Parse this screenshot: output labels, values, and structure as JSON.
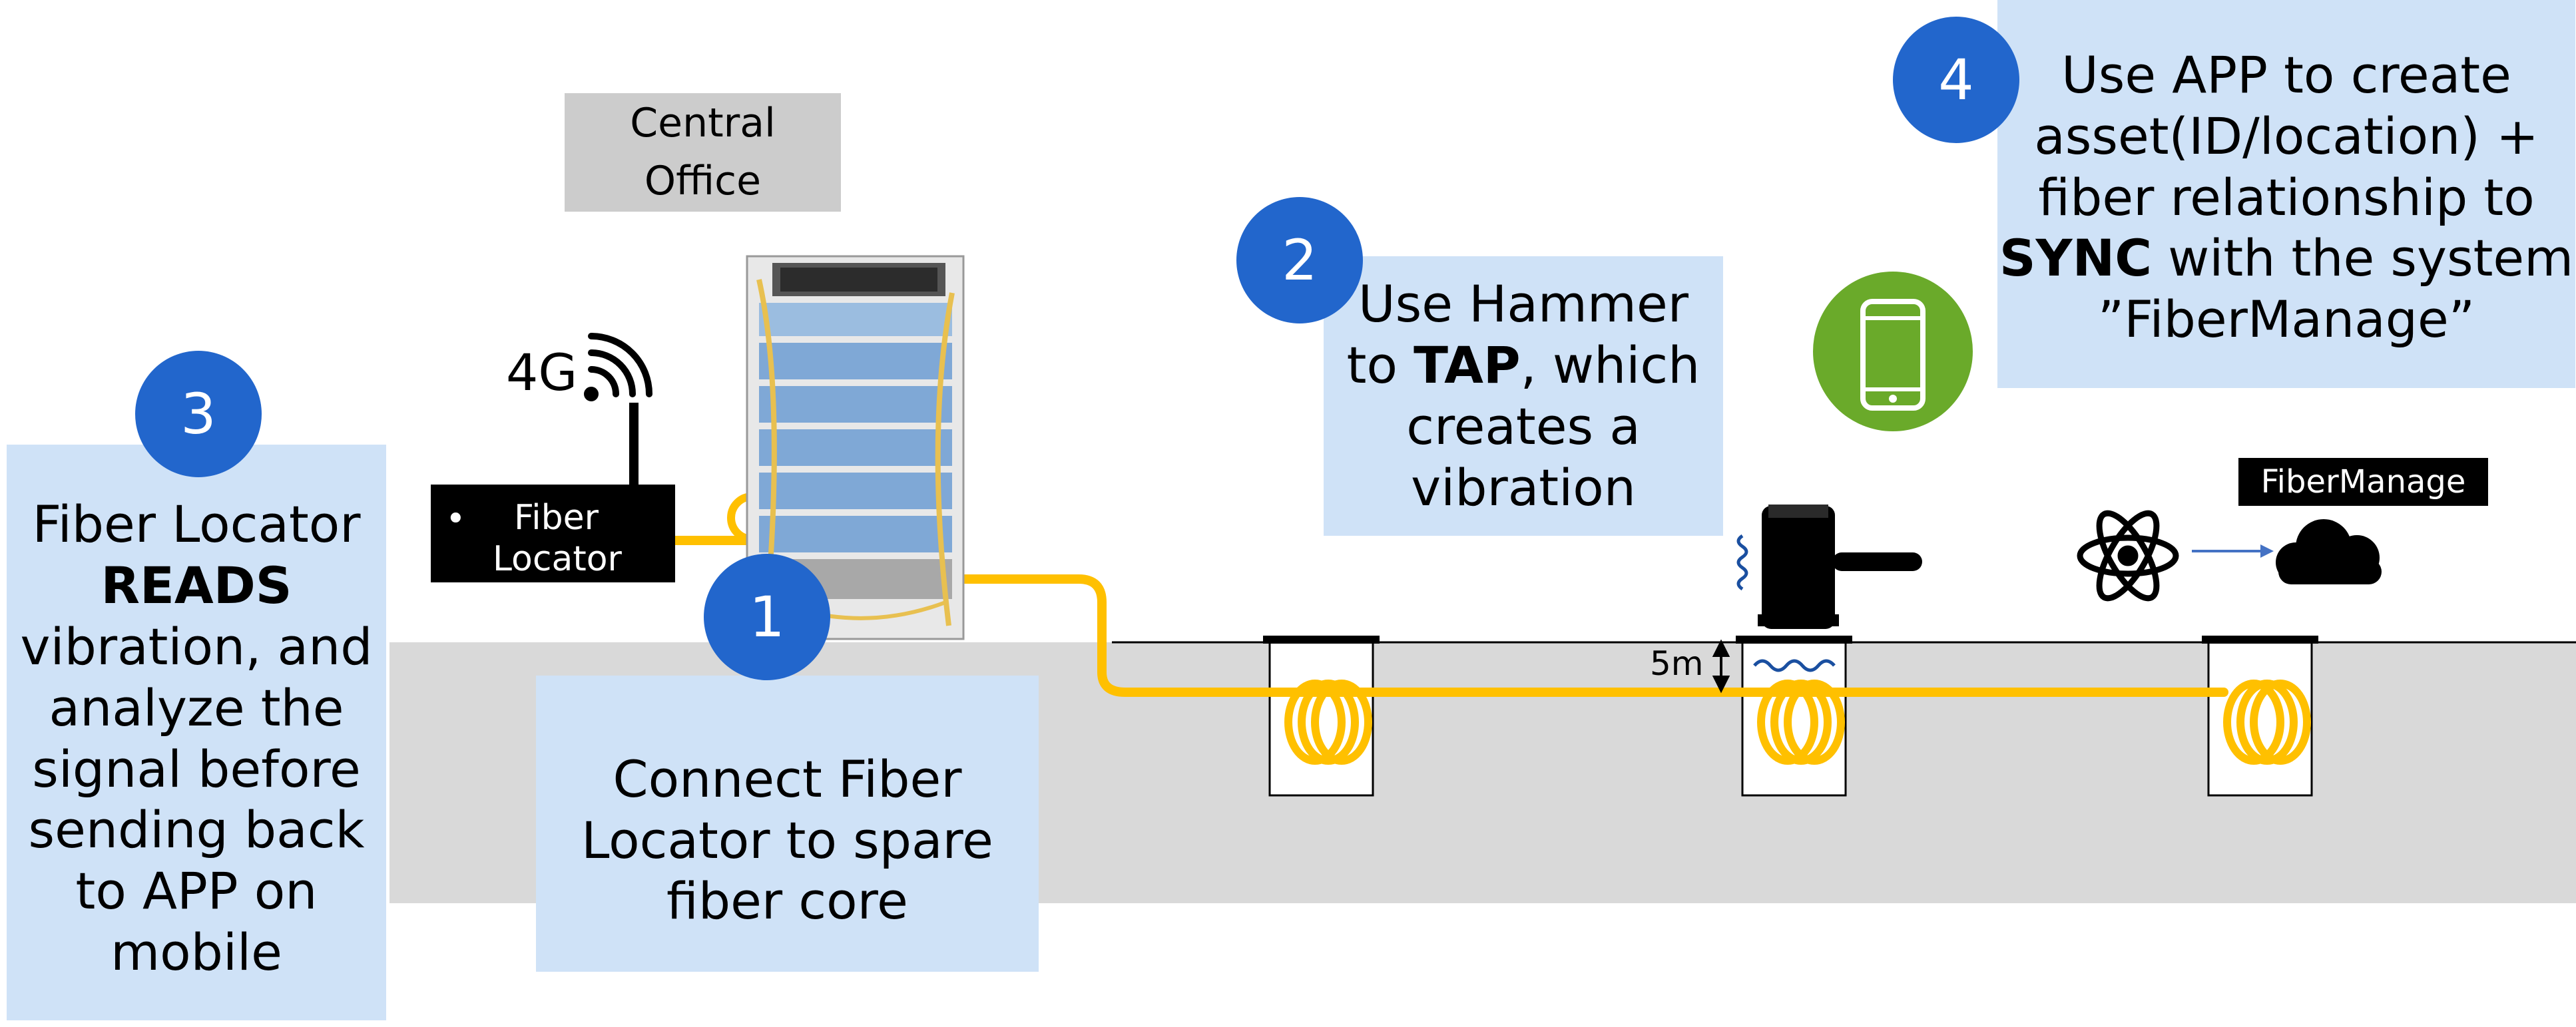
{
  "colors": {
    "ground": "#d9d9d9",
    "callout": "#cfe2f7",
    "label_grey": "#cccccc",
    "badge": "#2266cc",
    "fiber": "#ffc000",
    "app_green": "#6aaa2a",
    "device": "#000000"
  },
  "icons": [
    "wifi-signal-icon",
    "smartphone-icon",
    "hammer-icon",
    "vibration-icon",
    "atom-icon",
    "cloud-icon",
    "arrow-icon",
    "fiber-coil-icon",
    "server-rack-icon"
  ],
  "central_office": {
    "line1": "Central",
    "line2": "Office"
  },
  "signal_label": "4G",
  "fiber_locator": {
    "bullet": "•",
    "line1": "Fiber",
    "line2": "Locator"
  },
  "depth_label": "5m",
  "fibermanage_label": "FiberManage",
  "steps": [
    {
      "number": "1",
      "lines": [
        "Connect Fiber",
        "Locator to spare",
        "fiber core"
      ]
    },
    {
      "number": "2",
      "line1": "Use Hammer",
      "line2_pre": "to ",
      "line2_bold": "TAP",
      "line2_post": ", which",
      "line3": "creates a",
      "line4": "vibration"
    },
    {
      "number": "3",
      "line1": "Fiber Locator",
      "line2_bold": "READS",
      "rest": [
        "vibration, and",
        "analyze the",
        "signal before",
        "sending back",
        "to APP on",
        "mobile"
      ]
    },
    {
      "number": "4",
      "line1": "Use APP to create",
      "line2": "asset(ID/location) +",
      "line3": "fiber relationship to",
      "line4_bold": "SYNC",
      "line4_post": " with the system",
      "line5": "”FiberManage”"
    }
  ]
}
